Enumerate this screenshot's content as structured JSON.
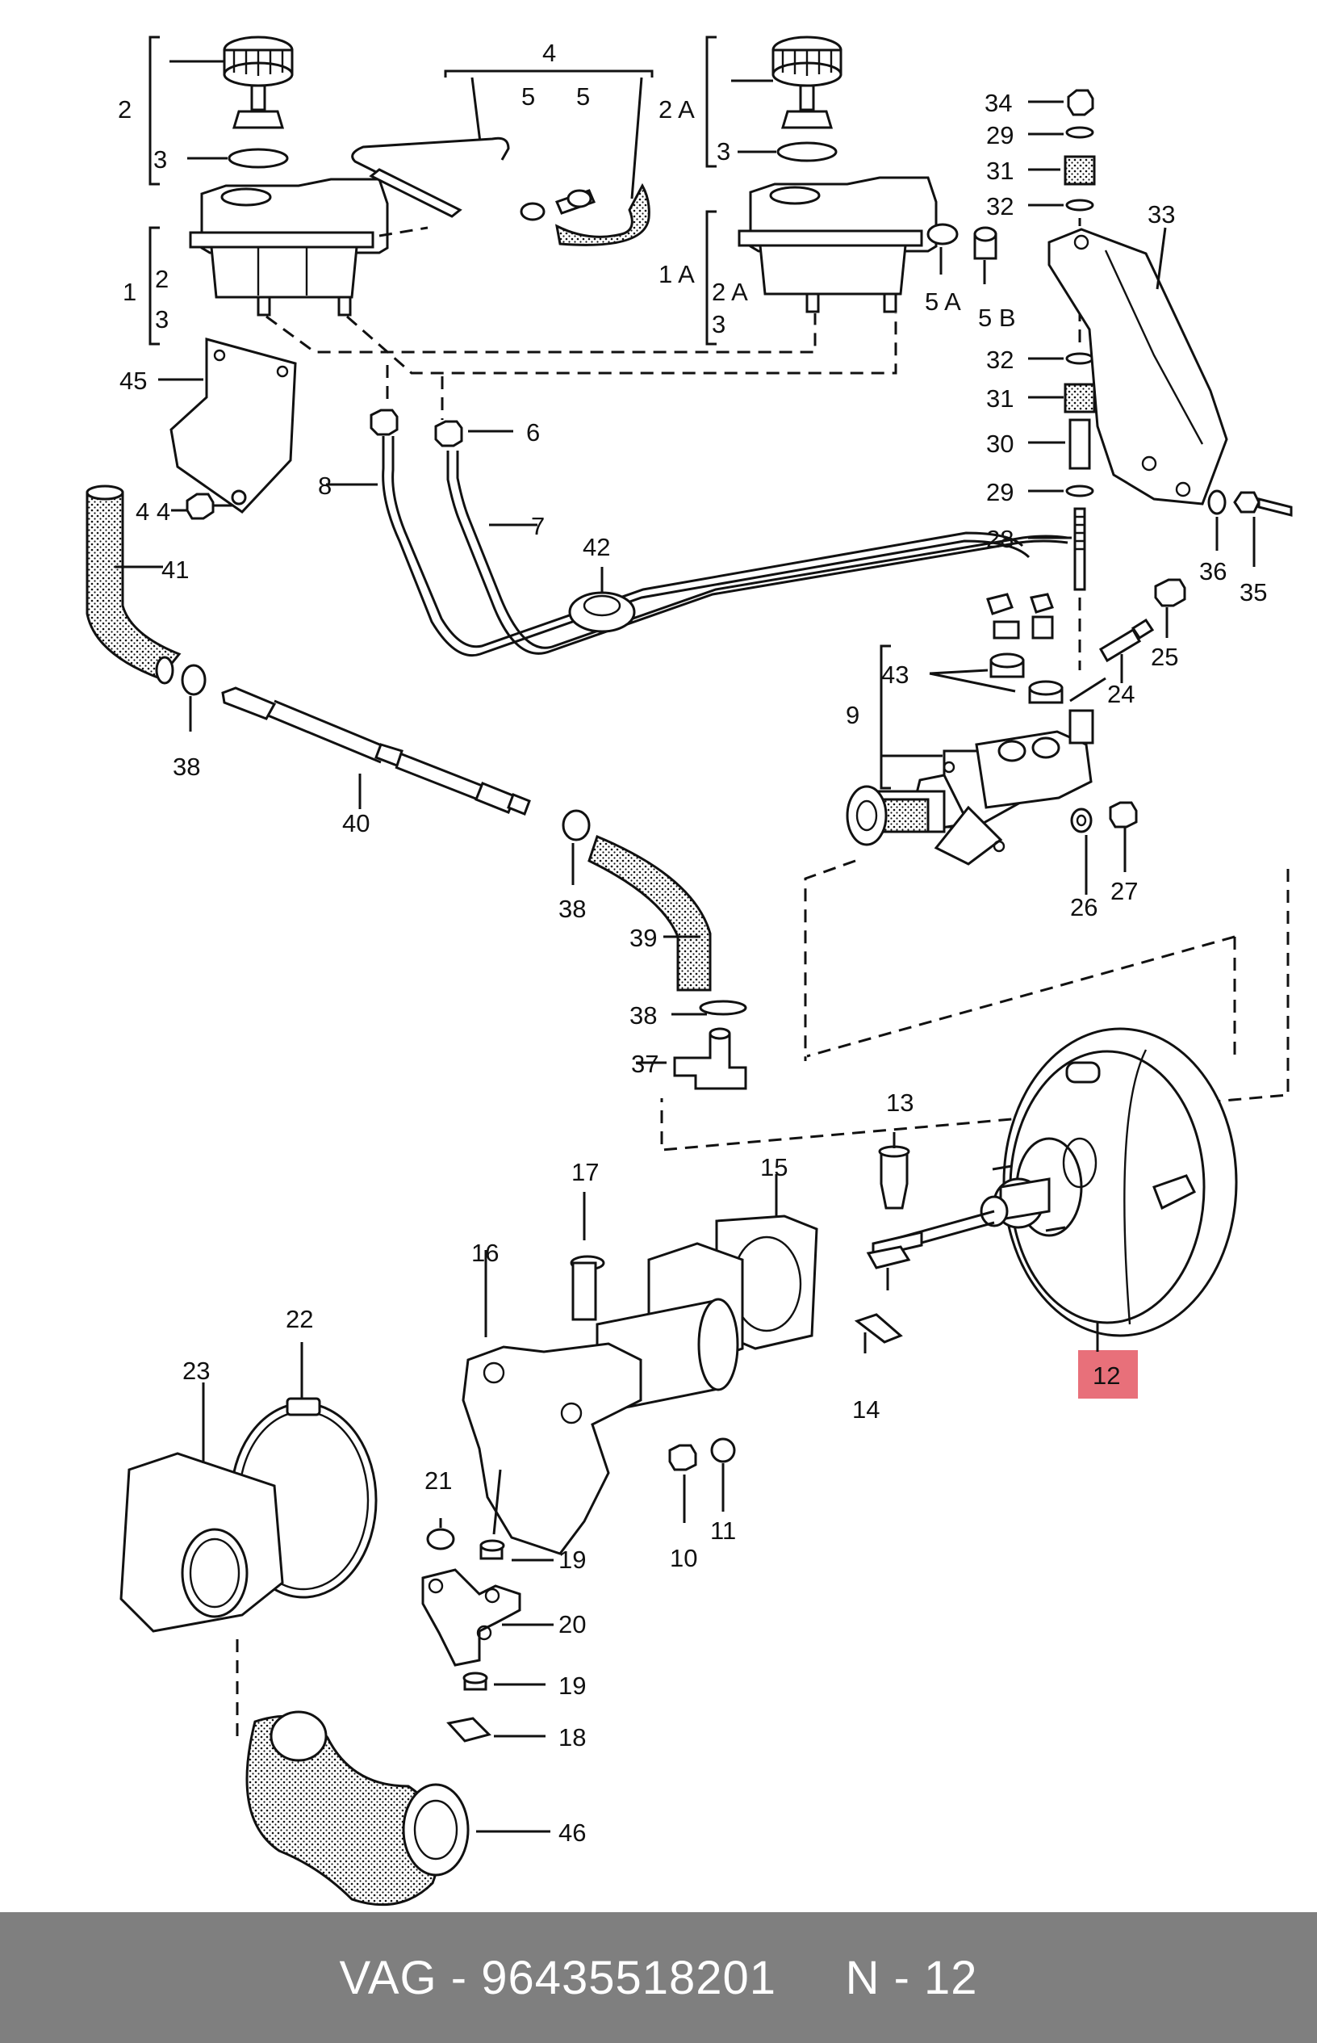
{
  "highlight_color": "#e8707a",
  "footer_bg": "#7f7f7f",
  "footer": {
    "text": "VAG - 96435518201     N - 12"
  },
  "callouts": {
    "c1": "1",
    "c1A": "1 A",
    "c2": "2",
    "c2b": "2",
    "c2A": "2 A",
    "c2Ab": "2 A",
    "c3": "3",
    "c3b": "3",
    "c3c": "3",
    "c3d": "3",
    "c4": "4",
    "c5a": "5",
    "c5b": "5",
    "c5A": "5 A",
    "c5B": "5 B",
    "c6": "6",
    "c7": "7",
    "c8": "8",
    "c9": "9",
    "c10": "10",
    "c11": "11",
    "c12": "12",
    "c13": "13",
    "c14": "14",
    "c15": "15",
    "c16": "16",
    "c17": "17",
    "c18": "18",
    "c19": "19",
    "c19b": "19",
    "c20": "20",
    "c21": "21",
    "c22": "22",
    "c23": "23",
    "c24": "24",
    "c25": "25",
    "c26": "26",
    "c27": "27",
    "c28": "28",
    "c29": "29",
    "c29b": "29",
    "c30": "30",
    "c31": "31",
    "c31b": "31",
    "c32": "32",
    "c32b": "32",
    "c33": "33",
    "c34": "34",
    "c35": "35",
    "c36": "36",
    "c37": "37",
    "c38": "38",
    "c38b": "38",
    "c38c": "38",
    "c39": "39",
    "c40": "40",
    "c41": "41",
    "c42": "42",
    "c43": "43",
    "c44": "4 4",
    "c45": "45",
    "c46": "46"
  }
}
